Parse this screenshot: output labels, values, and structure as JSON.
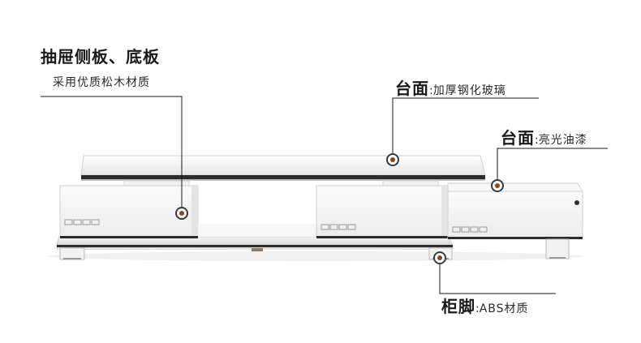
{
  "callouts": {
    "drawer": {
      "title": "抽屉侧板、底板",
      "desc": "采用优质松木材质"
    },
    "glass_top": {
      "title": "台面",
      "sep": ":",
      "desc": "加厚钢化玻璃"
    },
    "lacquer_top": {
      "title": "台面",
      "sep": ":",
      "desc": "亮光油漆"
    },
    "foot": {
      "title": "柜脚",
      "sep": ":",
      "desc": "ABS材质"
    }
  },
  "colors": {
    "line": "#1a1a1a",
    "cabinet": "#f3f3f3",
    "glass_edge": "#2b2b2b",
    "marker_ring": "#3a3a3a",
    "marker_center": "#7a4a2a"
  }
}
